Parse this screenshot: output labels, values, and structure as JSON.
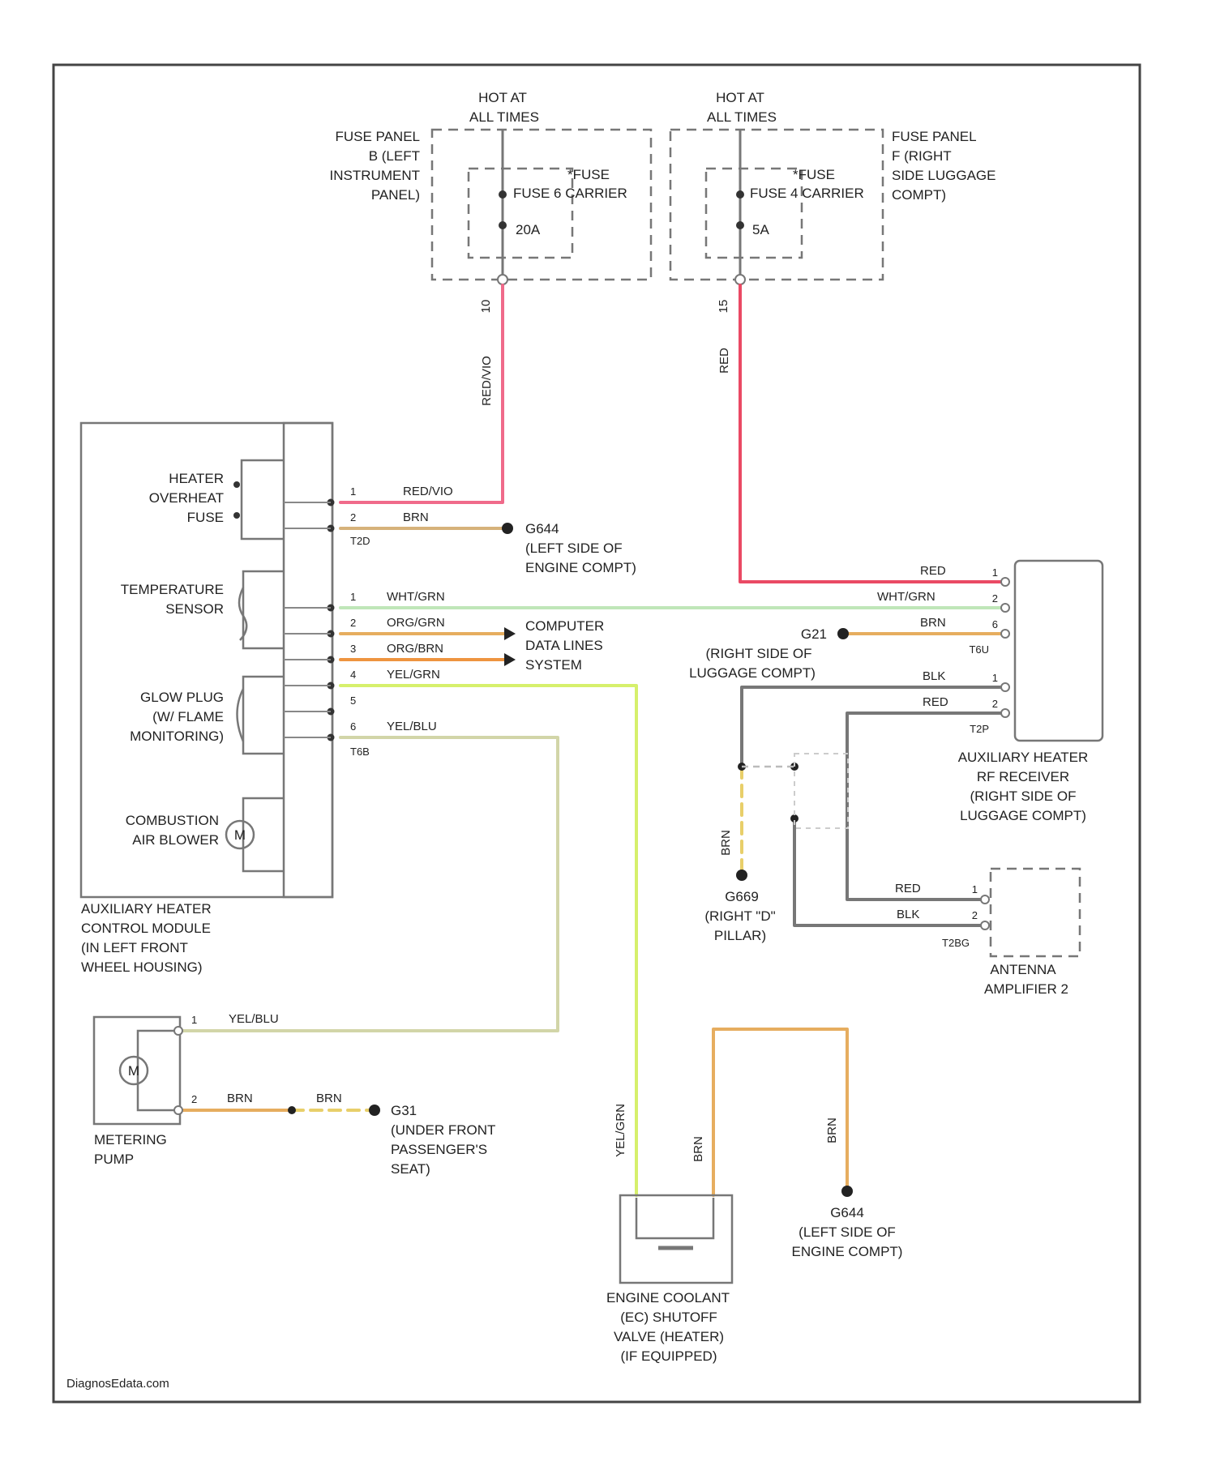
{
  "colors": {
    "red": "#f06a8a",
    "red_bright": "#ea4a64",
    "brown": "#d6b27a",
    "green": "#bfe6b8",
    "orange_brown": "#e6ad5f",
    "orange_brown_deep": "#ee9440",
    "yellow_green": "#d6f06c",
    "yellow_blue": "#d2d5a8",
    "grey": "#777777",
    "yellow": "#e8cf6a",
    "frame": "#444444"
  },
  "supply": [
    {
      "hot": [
        "HOT AT",
        "ALL TIMES"
      ],
      "panel": [
        "FUSE PANEL",
        "B (LEFT",
        "INSTRUMENT",
        "PANEL)"
      ],
      "fuse": [
        "*FUSE",
        "FUSE 6 CARRIER"
      ],
      "rating": "20A",
      "wire_label": "RED/VIO"
    },
    {
      "hot": [
        "HOT AT",
        "ALL TIMES"
      ],
      "panel": [
        "FUSE PANEL",
        "F (RIGHT",
        "SIDE LUGGAGE",
        "COMPT)"
      ],
      "fuse": [
        "*FUSE",
        "FUSE 4 CARRIER"
      ],
      "rating": "5A",
      "wire_label": "RED"
    }
  ],
  "control_module": {
    "name": [
      "AUXILIARY HEATER",
      "CONTROL MODULE",
      "(IN LEFT FRONT",
      "WHEEL HOUSING)"
    ],
    "parts": [
      [
        "HEATER",
        "OVERHEAT",
        "FUSE"
      ],
      [
        "TEMPERATURE",
        "SENSOR"
      ],
      [
        "GLOW PLUG",
        "(W/ FLAME",
        "MONITORING)"
      ],
      [
        "COMBUSTION",
        "AIR BLOWER"
      ]
    ],
    "motor_symbol": "M",
    "connector_a": "T2D",
    "connector_b": "T6B",
    "pins_a": [
      "1",
      "2"
    ],
    "pins_b": [
      "1",
      "2",
      "3",
      "4",
      "5",
      "6"
    ],
    "wires": [
      "RED/VIO",
      "BRN",
      "WHT/GRN",
      "ORG/GRN",
      "ORG/BRN",
      "YEL/GRN",
      "YEL/BLU"
    ]
  },
  "ground_1": [
    "G644",
    "(LEFT SIDE OF",
    "ENGINE COMPT)"
  ],
  "data_lines": [
    "COMPUTER",
    "DATA LINES",
    "SYSTEM"
  ],
  "rf_receiver": {
    "name": [
      "AUXILIARY HEATER",
      "RF RECEIVER",
      "(RIGHT SIDE OF",
      "LUGGAGE COMPT)"
    ],
    "connector_a": "T6U",
    "connector_b": "T2P",
    "pins_a": [
      "1",
      "2",
      "6"
    ],
    "pins_b": [
      "1",
      "2"
    ],
    "wires": [
      "RED",
      "WHT/GRN",
      "BRN",
      "BLK",
      "RED"
    ]
  },
  "ground_2": [
    "G21",
    "(RIGHT SIDE OF",
    "LUGGAGE COMPT)"
  ],
  "ground_3": {
    "wire_label": "BRN",
    "label": [
      "G669",
      "(RIGHT \"D\"",
      "PILLAR)"
    ]
  },
  "antenna": {
    "name": [
      "ANTENNA",
      "AMPLIFIER 2"
    ],
    "connector": "T2BG",
    "pins": [
      "1",
      "2"
    ],
    "wires": [
      "RED",
      "BLK"
    ]
  },
  "metering_pump": {
    "name": [
      "METERING",
      "PUMP"
    ],
    "motor_symbol": "M",
    "pins": [
      "1",
      "2"
    ],
    "wires": [
      "YEL/BLU",
      "BRN",
      "BRN"
    ],
    "ground": [
      "G31",
      "(UNDER FRONT",
      "PASSENGER'S",
      "SEAT)"
    ]
  },
  "coolant_valve": {
    "name": [
      "ENGINE COOLANT",
      "(EC) SHUTOFF",
      "VALVE (HEATER)",
      "(IF EQUIPPED)"
    ],
    "wires": [
      "YEL/GRN",
      "BRN",
      "BRN"
    ]
  },
  "ground_4": [
    "G644",
    "(LEFT SIDE OF",
    "ENGINE COMPT)"
  ],
  "footer": "DiagnosEdata.com"
}
